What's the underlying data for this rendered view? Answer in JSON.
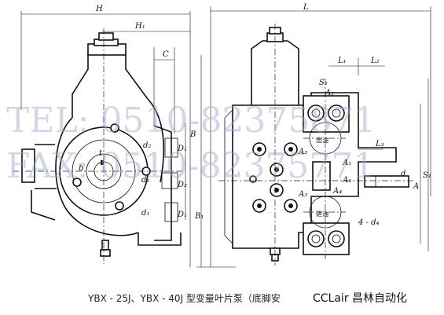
{
  "caption": "YBX - 25J、YBX - 40J 型变量叶片泵（底脚安",
  "brand": "CCLair 昌林自动化",
  "watermark": {
    "tel": "TEL: 0510-82375871",
    "fax": "FAX: 0510-82375771"
  },
  "labels": {
    "H": "H",
    "H1": "H₁",
    "C": "C",
    "B": "B",
    "B1": "B₁",
    "d2_top": "d₂",
    "D1_top": "D₁",
    "b": "b",
    "t": "t",
    "D2": "D₂",
    "d2_mid": "d₂",
    "d1": "d₁",
    "D1_bot": "D₁",
    "L": "L",
    "L1": "L₁",
    "L2": "L₂",
    "S2": "S₂",
    "A2": "A₂",
    "A3_upper": "A₃",
    "A3_lower": "A₃",
    "L3": "L₃",
    "A1_upper": "A₁",
    "A1_lower": "A₁",
    "A4": "A₄",
    "S1": "S₁",
    "d": "d",
    "A": "A",
    "holes": "4 - d₄",
    "port_top": "出油",
    "port_bottom": "进油"
  }
}
